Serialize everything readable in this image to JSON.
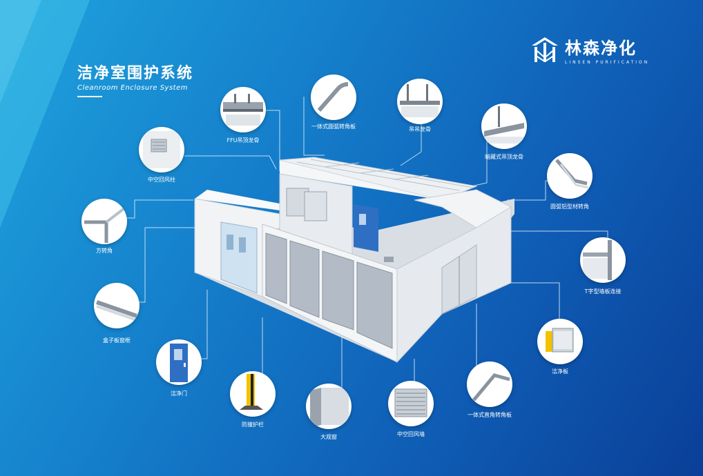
{
  "header": {
    "title_cn": "洁净室围护系统",
    "title_en": "Cleanroom Enclosure System"
  },
  "brand": {
    "name": "林森净化",
    "subtitle": "LINSEN PURIFICATION"
  },
  "components": [
    {
      "id": "ffu",
      "label": "FFU吊顶龙骨"
    },
    {
      "id": "arc-corner-top",
      "label": "一体式圆弧转角板"
    },
    {
      "id": "hanger",
      "label": "吊吊龙骨"
    },
    {
      "id": "hidden-ceiling",
      "label": "暗藏式吊顶龙骨"
    },
    {
      "id": "air-column",
      "label": "中空回风柱"
    },
    {
      "id": "arc-profile-corner",
      "label": "圆弧铝型材转角"
    },
    {
      "id": "square-corner",
      "label": "方转角"
    },
    {
      "id": "t-connector",
      "label": "T字型墙板连接"
    },
    {
      "id": "box-window",
      "label": "盒子板窗框"
    },
    {
      "id": "clean-panel",
      "label": "洁净板"
    },
    {
      "id": "clean-door",
      "label": "洁净门"
    },
    {
      "id": "right-angle-corner",
      "label": "一体式直角转角板"
    },
    {
      "id": "anti-collision",
      "label": "防撞护栏"
    },
    {
      "id": "observation-window",
      "label": "大观窗"
    },
    {
      "id": "return-air-wall",
      "label": "中空回风墙"
    }
  ],
  "colors": {
    "bg_light": "#1fa3dd",
    "bg_dark": "#0a3f98",
    "panel": "#e9edf1",
    "door_blue": "#2e6fc4",
    "anti_collision_yellow": "#f2c200"
  }
}
